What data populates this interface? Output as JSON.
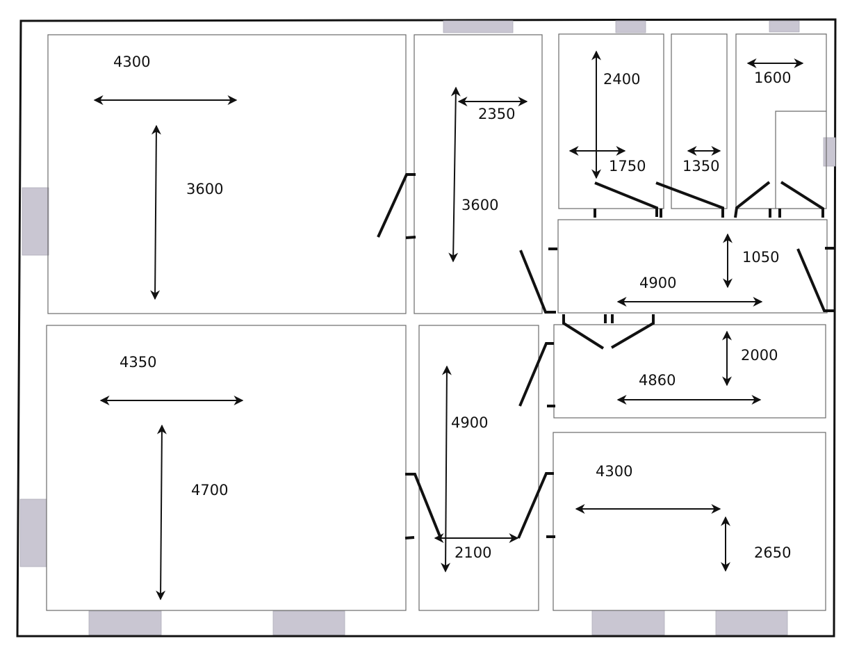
{
  "diagram": {
    "type": "floor-plan",
    "unit": "mm",
    "colors": {
      "wall": "#111111",
      "room_outline": "#6a6a6a",
      "window": "#c9c6d2",
      "background": "#ffffff"
    },
    "rooms": [
      {
        "id": "room-top-left",
        "width_label": "4300",
        "height_label": "3600"
      },
      {
        "id": "room-top-middle",
        "width_label": "2350",
        "height_label": "3600"
      },
      {
        "id": "room-top-small-1",
        "width_label": "1750",
        "height_label": "2400"
      },
      {
        "id": "room-top-small-2",
        "width_label": "1350"
      },
      {
        "id": "room-top-small-3",
        "width_label": "1600"
      },
      {
        "id": "corridor-upper",
        "width_label": "4900",
        "height_label": "1050"
      },
      {
        "id": "room-middle-right",
        "width_label": "4860",
        "height_label": "2000"
      },
      {
        "id": "room-bottom-left",
        "width_label": "4350",
        "height_label": "4700"
      },
      {
        "id": "room-bottom-middle",
        "width_label": "2100",
        "height_label": "4900"
      },
      {
        "id": "room-bottom-right",
        "width_label": "4300",
        "height_label": "2650"
      }
    ]
  }
}
